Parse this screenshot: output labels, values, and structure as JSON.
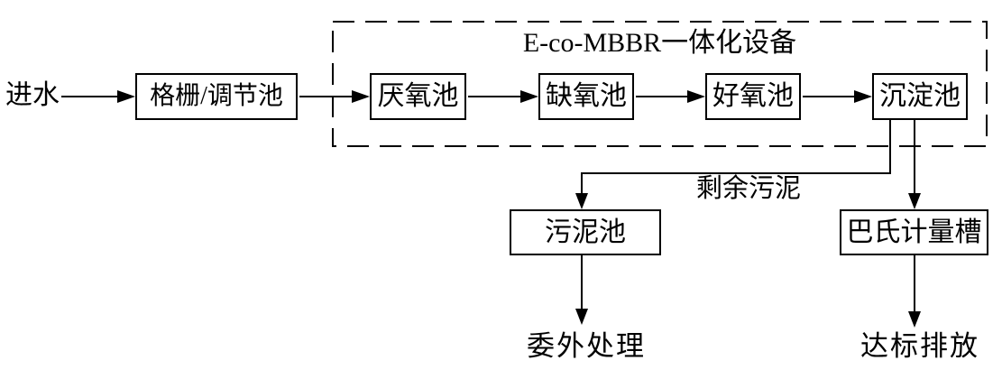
{
  "page": {
    "background_color": "#ffffff",
    "line_color": "#000000"
  },
  "diagram": {
    "influent_label": "进水",
    "pretreatment_label": "格栅/调节池",
    "mbbr": {
      "title": "E-co-MBBR一体化设备",
      "stages": [
        {
          "label": "厌氧池"
        },
        {
          "label": "缺氧池"
        },
        {
          "label": "好氧池"
        },
        {
          "label": "沉淀池"
        }
      ]
    },
    "excess_sludge_label": "剩余污泥",
    "sludge_tank_label": "污泥池",
    "parshall_flume_label": "巴氏计量槽",
    "outsourced_label": "委外处理",
    "discharge_label": "达标排放"
  }
}
